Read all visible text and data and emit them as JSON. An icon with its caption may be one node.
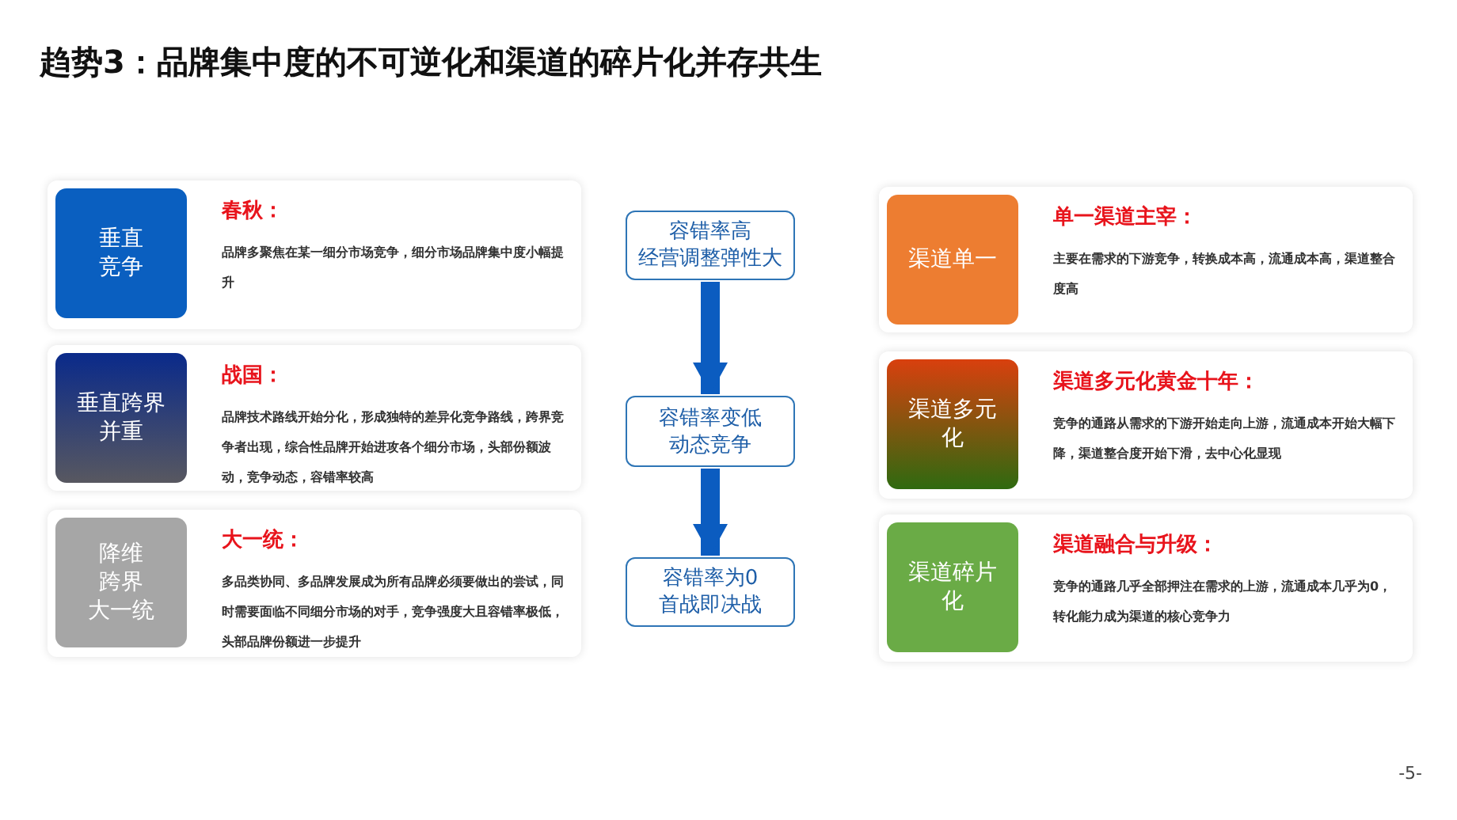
{
  "diagram": {
    "title": "趋势3：品牌集中度的不可逆化和渠道的碎片化并存共生",
    "nodes": [
      {
        "text": [
          "春秋：",
          "品牌多聚焦在某一细分市场竞争，细分市场品牌集中度小幅提升"
        ]
      },
      {
        "text": [
          "垂直竞争"
        ],
        "in": 0
      },
      {
        "text": [
          "战国：",
          "品牌技术路线开始分化，形成独特的差异化竞争路线，跨界竞争者出现，综合性品牌开始进攻各个细分市场，头部份额波动，竞争动态，容错率较高"
        ]
      },
      {
        "text": [
          "垂直跨界并重"
        ],
        "in": 2
      },
      {
        "text": [
          "大一统：",
          "多品类协同、多品牌发展成为所有品牌必须要做出的尝试，同时需要面临不同细分市场的对手，竞争强度大且容错率极低，头部品牌份额进一步提升"
        ]
      },
      {
        "text": [
          "降维跨界大一统"
        ],
        "in": 4
      },
      {
        "text": [
          "容错率高经营调整弹性大"
        ]
      },
      {
        "text": [
          "容错率变低动态竞争"
        ]
      },
      {
        "text": [
          "容错率为0首战即决战"
        ]
      },
      {
        "text": [
          "单一渠道主宰：",
          "主要在需求的下游竞争，转换成本高，流通成本高，渠道整合度高"
        ]
      },
      {
        "text": [
          "渠道单一"
        ],
        "in": 9
      },
      {
        "text": [
          "渠道多元化黄金十年：",
          "竞争的通路从需求的下游开始走向上游，流通成本开始大幅下降，渠道整合度开始下滑，去中心化显现"
        ]
      },
      {
        "text": [
          "渠道多元化"
        ],
        "in": 11
      },
      {
        "text": [
          "渠道融合与升级：",
          "竞争的通路几乎全部押注在需求的上游，流通成本几乎为0，转化能力成为渠道的核心竞争力"
        ]
      },
      {
        "text": [
          "渠道碎片化"
        ],
        "in": 13
      }
    ],
    "edges": [
      {
        "from": 6,
        "to": 7,
        "arrow": "to"
      },
      {
        "from": 7,
        "to": 8,
        "arrow": "to"
      }
    ],
    "labels": [
      "-5-"
    ]
  }
}
